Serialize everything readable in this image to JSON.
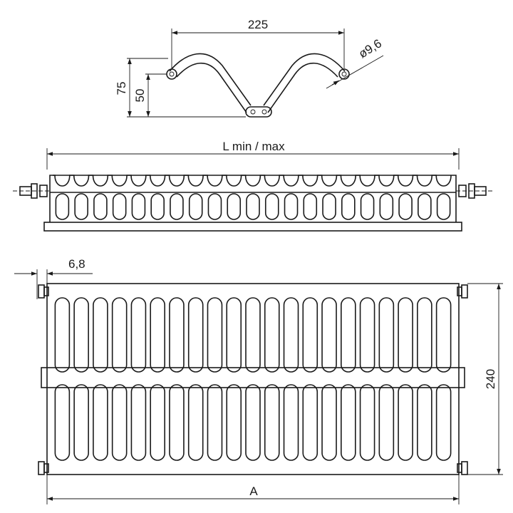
{
  "drawing": {
    "profile_view": {
      "dims": {
        "width_225": "225",
        "diameter": "ø9,6",
        "height_75": "75",
        "height_50": "50"
      }
    },
    "side_view": {
      "dims": {
        "length": "L min / max"
      },
      "slot_count": 21
    },
    "top_view": {
      "dims": {
        "offset": "6,8",
        "depth": "240",
        "overall": "A"
      },
      "slots_per_row": 21
    }
  }
}
